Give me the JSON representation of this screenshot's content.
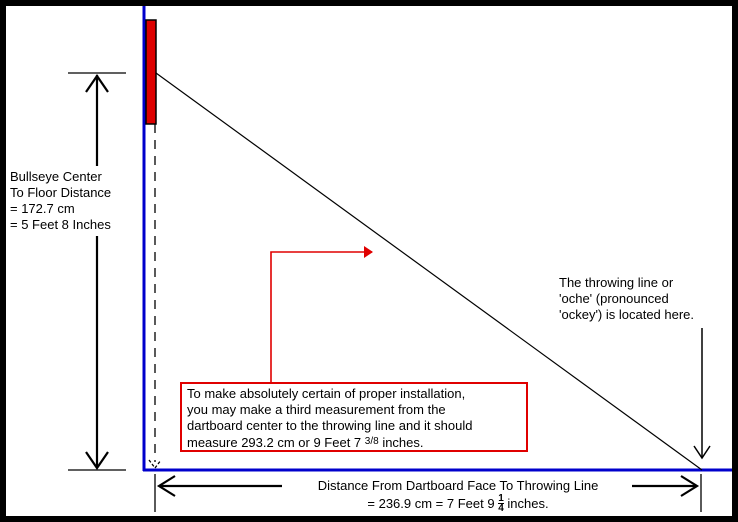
{
  "colors": {
    "frame": "#000000",
    "background": "#ffffff",
    "wall_and_floor": "#0000cc",
    "dartboard": "#dd0000",
    "note_border": "#e00000"
  },
  "labels": {
    "height": {
      "line1": "Bullseye Center",
      "line2": "To Floor Distance",
      "line3": "= 172.7 cm",
      "line4": "= 5 Feet 8 Inches"
    },
    "oche": {
      "line1": "The throwing line or",
      "line2": "'oche' (pronounced",
      "line3": "'ockey') is located here."
    },
    "distance": {
      "line1": "Distance From Dartboard Face To Throwing Line",
      "line2_prefix": "= 236.9 cm = 7 Feet 9",
      "line2_frac_num": "1",
      "line2_frac_den": "4",
      "line2_suffix": "inches."
    },
    "note": {
      "line1": "To make absolutely certain of proper installation,",
      "line2": "you may make a third measurement from the",
      "line3": "dartboard center to the throwing line and it should",
      "line4_prefix": "measure 293.2 cm or 9 Feet 7",
      "line4_frac_num": "3",
      "line4_frac_den": "8",
      "line4_suffix": "inches."
    }
  },
  "icons": {
    "arrow_up": "arrow-up-icon",
    "arrow_down": "arrow-down-icon",
    "arrow_left": "arrow-left-icon",
    "arrow_right": "arrow-right-icon"
  }
}
